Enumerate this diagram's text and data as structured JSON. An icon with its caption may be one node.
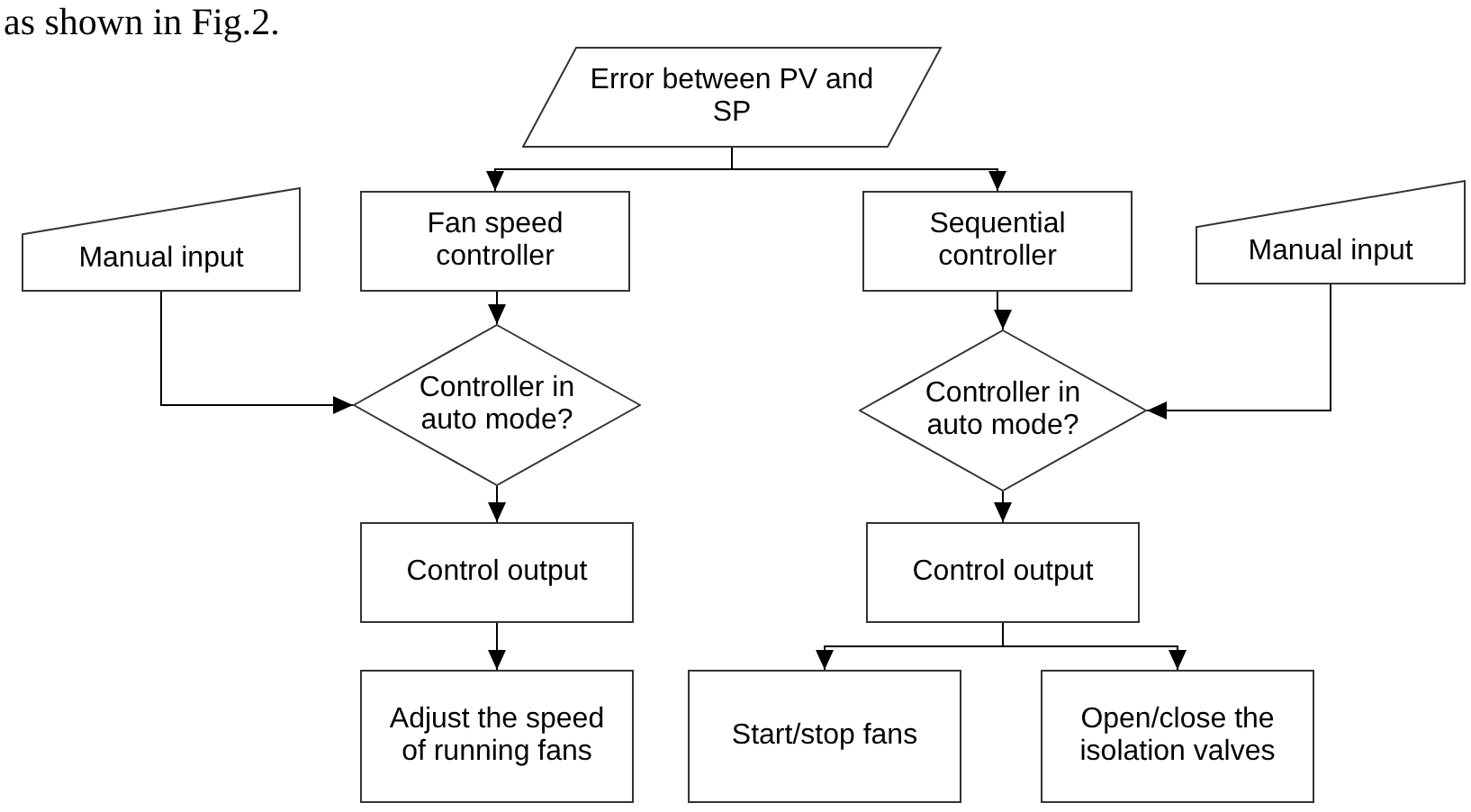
{
  "diagram": {
    "nodes": [
      {
        "text": [
          "Error between PV and SP"
        ]
      },
      {
        "text": [
          "Manual input"
        ]
      },
      {
        "text": [
          "Fan speed controller"
        ]
      },
      {
        "text": [
          "Sequential controller"
        ]
      },
      {
        "text": [
          "Manual input"
        ]
      },
      {
        "text": [
          "Controller in auto mode?"
        ]
      },
      {
        "text": [
          "Controller in auto mode?"
        ]
      },
      {
        "text": [
          "Control output"
        ]
      },
      {
        "text": [
          "Control output"
        ]
      },
      {
        "text": [
          "Adjust the speed of running fans"
        ]
      },
      {
        "text": [
          "Start/stop fans"
        ]
      },
      {
        "text": [
          "Open/close the isolation valves"
        ]
      }
    ],
    "edges": [
      {
        "from": 0,
        "to": 2,
        "arrow": "to"
      },
      {
        "from": 0,
        "to": 3,
        "arrow": "to"
      },
      {
        "from": 2,
        "to": 5,
        "arrow": "to"
      },
      {
        "from": 1,
        "to": 5,
        "arrow": "to"
      },
      {
        "from": 3,
        "to": 6,
        "arrow": "to"
      },
      {
        "from": 4,
        "to": 6,
        "arrow": "to"
      },
      {
        "from": 5,
        "to": 7,
        "arrow": "to"
      },
      {
        "from": 6,
        "to": 8,
        "arrow": "to"
      },
      {
        "from": 7,
        "to": 9,
        "arrow": "to"
      },
      {
        "from": 8,
        "to": 10,
        "arrow": "to"
      },
      {
        "from": 8,
        "to": 11,
        "arrow": "to"
      }
    ],
    "labels": [
      "as shown in Fig.2."
    ]
  }
}
